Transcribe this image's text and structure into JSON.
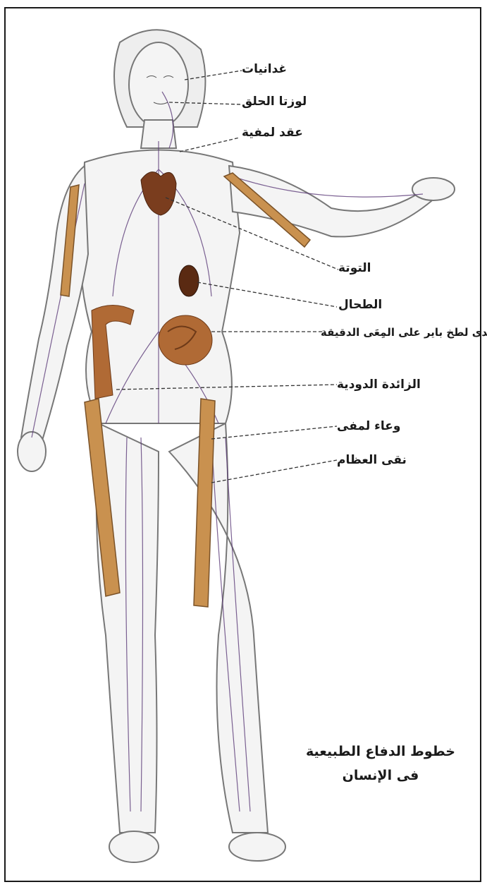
{
  "diagram": {
    "labels": {
      "adenoids": "غدانيات",
      "tonsils": "لوزتا الحلق",
      "lymph_nodes": "عقد لمفية",
      "thymus": "التوتة",
      "spleen": "الطحال",
      "peyers_patch": "إحدى لطخ باير على المِعَى الدقيقة",
      "appendix": "الزائدة الدودية",
      "lymph_vessel": "وعاء لمفى",
      "bone_marrow": "نقى العظام"
    },
    "caption": {
      "line1": "خطوط الدفاع الطبيعية",
      "line2": "فى الإنسان"
    }
  },
  "colors": {
    "organ": "#9c5a2a",
    "bone": "#c9914f",
    "vessel": "#5b3a78",
    "skin_outline": "#8a8a8a"
  }
}
